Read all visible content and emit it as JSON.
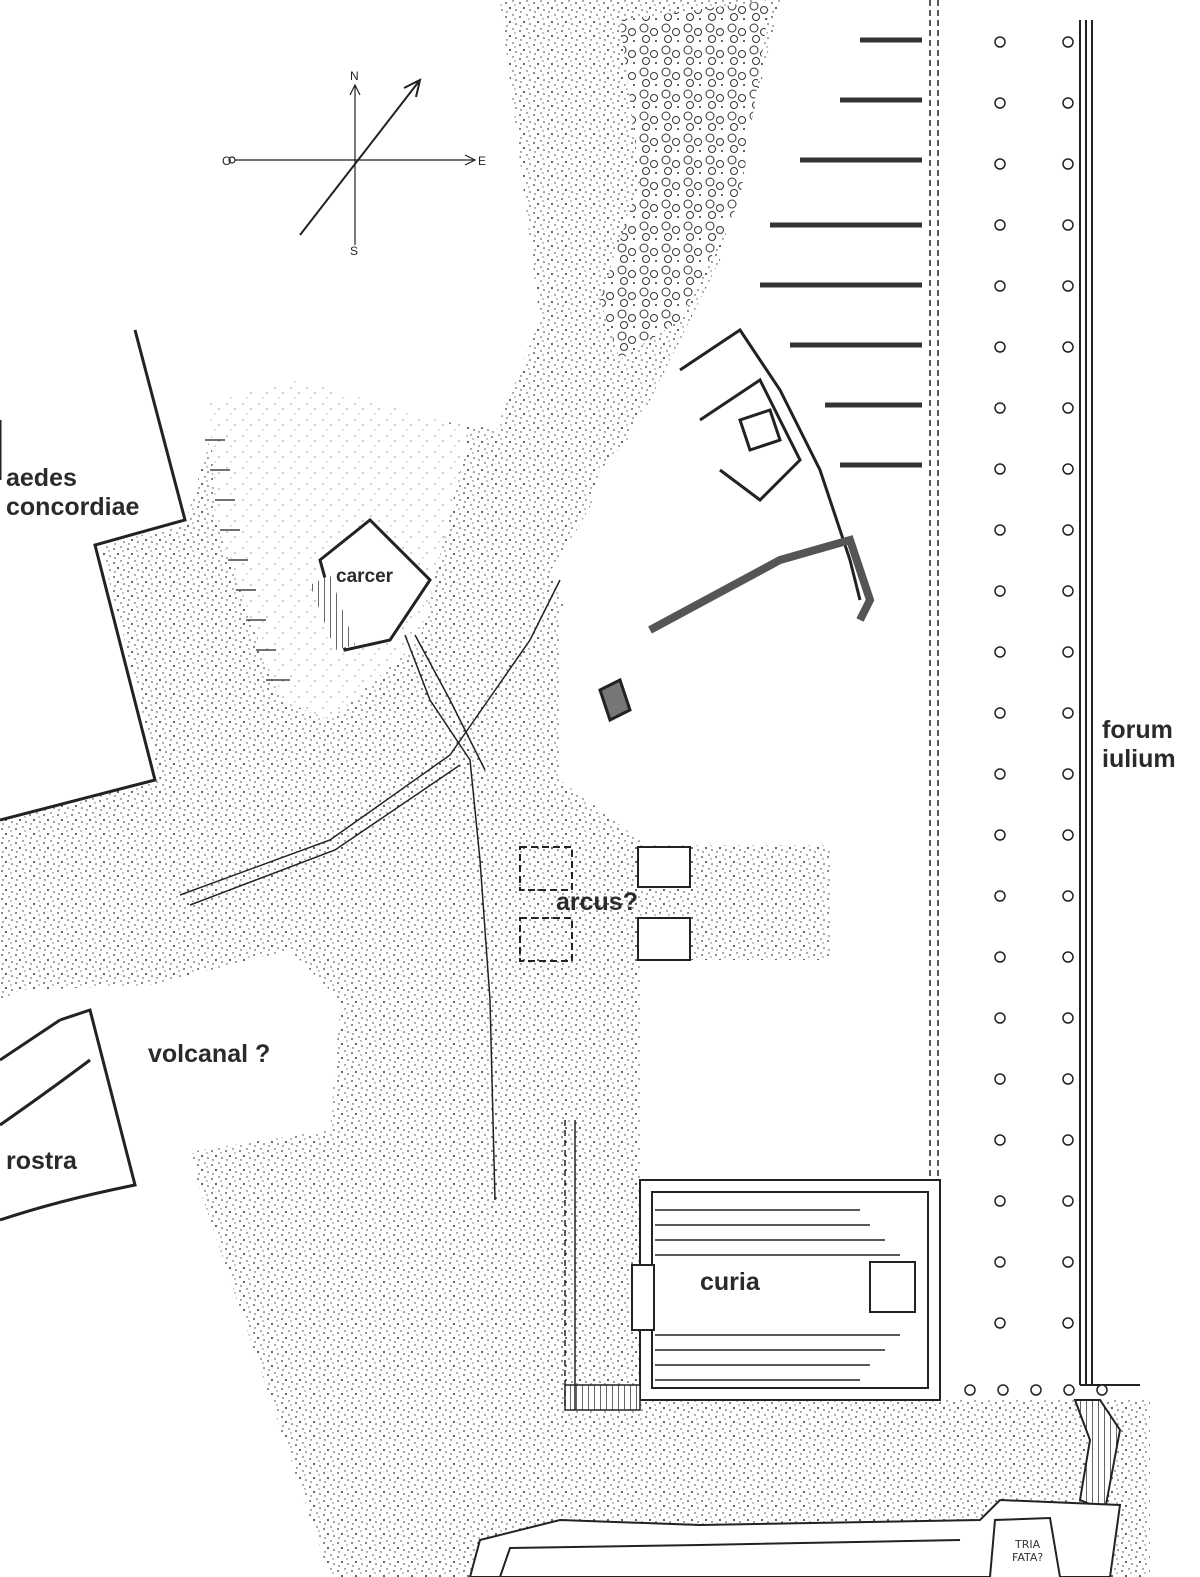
{
  "map": {
    "compass": {
      "north": "N",
      "south": "S",
      "east": "E",
      "west": "O"
    },
    "labels": {
      "aedes_concordiae": "aedes\nconcordiae",
      "carcer": "carcer",
      "forum_iulium": "forum\niulium",
      "arcus": "arcus?",
      "volcanal": "volcanal ?",
      "rostra": "rostra",
      "curia": "curia",
      "tria_fata": "TRIA\nFATA?"
    },
    "colors": {
      "ink": "#2a2a2a",
      "stipple": "#3a3a3a",
      "paper": "#ffffff"
    }
  }
}
